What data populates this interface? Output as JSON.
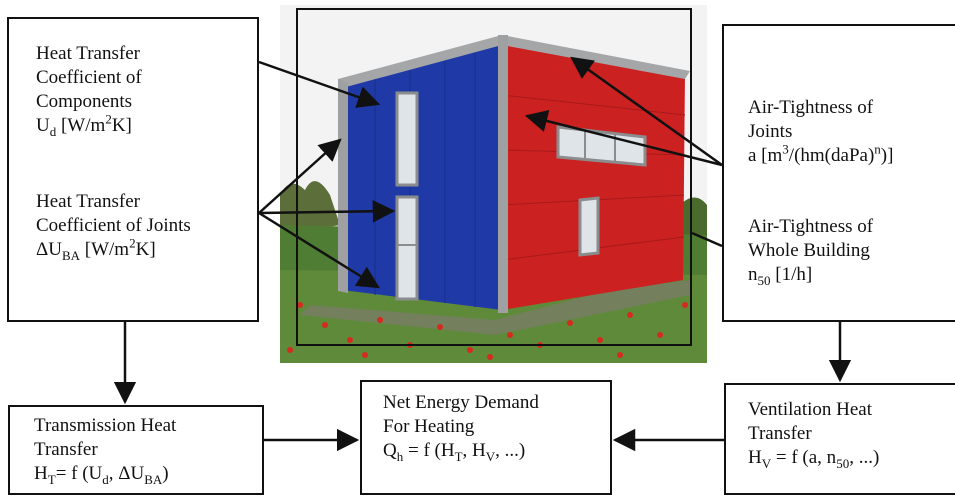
{
  "boxes": {
    "heat_transfer_components": {
      "line1": "Heat Transfer",
      "line2": "Coefficient of",
      "line3": "Components",
      "sym": "U",
      "sub": "d",
      "unit_pre": " [W/m",
      "sup": "2",
      "unit_post": "K]"
    },
    "heat_transfer_joints": {
      "line1": "Heat Transfer",
      "line2": "Coefficient of Joints",
      "sym": "ΔU",
      "sub": "BA",
      "unit_pre": " [W/m",
      "sup": "2",
      "unit_post": "K]"
    },
    "air_tightness_joints": {
      "line1": "Air-Tightness of",
      "line2": "Joints",
      "pre": "a [m",
      "sup1": "3",
      "mid": "/(hm(daPa)",
      "sup2": "n",
      "post": ")]"
    },
    "air_tightness_building": {
      "line1": "Air-Tightness of",
      "line2": "Whole Building",
      "sym": "n",
      "sub": "50",
      "post": " [1/h]"
    },
    "transmission": {
      "line1": "Transmission Heat",
      "line2": "Transfer",
      "sym": "H",
      "sub": "T",
      "mid": "= f (U",
      "sub2": "d",
      "mid2": ", ΔU",
      "sub3": "BA",
      "post": ")"
    },
    "net_energy": {
      "line1": "Net Energy Demand",
      "line2": "For Heating",
      "sym": "Q",
      "sub": "h",
      "mid": " = f (H",
      "sub2": "T",
      "mid2": ", H",
      "sub3": "V",
      "post": ", ...)"
    },
    "ventilation": {
      "line1": "Ventilation Heat",
      "line2": "Transfer",
      "sym": "H",
      "sub": "V",
      "mid": " = f (a, n",
      "sub2": "50",
      "post": ", ...)"
    }
  },
  "colors": {
    "blue_facade": "#1f3aa6",
    "red_facade": "#cc2121",
    "frame": "#9ea0a2",
    "sky": "#f2f2f2",
    "grass": "#4f7d33",
    "poppy": "#d52b1e"
  }
}
